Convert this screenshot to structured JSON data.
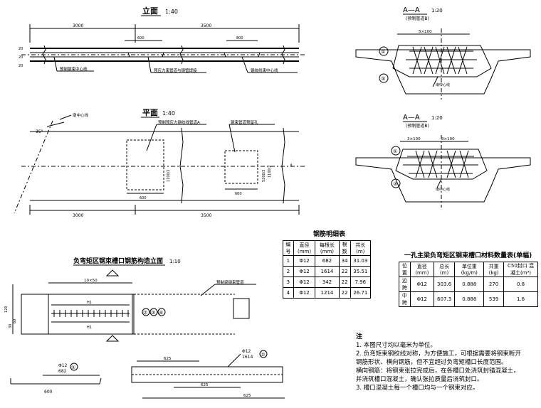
{
  "elevation": {
    "title": "立面",
    "scale": "1:40",
    "dims": [
      "3000",
      "3500",
      "600",
      "800"
    ],
    "side_dims": [
      "20",
      "20",
      "20"
    ],
    "labels": [
      "预制钢束中心线",
      "预应力束管道与钢管焊接",
      "钢绞线束中心线"
    ]
  },
  "plan": {
    "title": "平面",
    "scale": "1:40",
    "dims": [
      "3000",
      "3500",
      "600",
      "600"
    ],
    "side_dims": [
      "1100/2",
      "5200/2",
      "1100/2"
    ],
    "labels": [
      "墩中心线",
      "预制预应力钢绞线管道A",
      "钢束管道预留孔"
    ]
  },
  "section_a": {
    "title": "A—A",
    "scale": "1:20",
    "subtitle": "(预制管道B)",
    "dim": "5×100",
    "labels": [
      "①",
      "③",
      "墩中心线"
    ]
  },
  "section_b": {
    "title": "A—A",
    "scale": "1:20",
    "subtitle": "(预制管道B)",
    "dims": [
      "3×100",
      "3×100"
    ],
    "labels": [
      "①",
      "③",
      "墩中心线"
    ]
  },
  "rebar_detail": {
    "title": "负弯矩区钢束槽口钢筋构造立面",
    "scale": "1:10",
    "dims": [
      "10×50",
      "120",
      "30",
      "60"
    ],
    "markers": [
      "②",
      "③",
      "④"
    ],
    "labels": [
      "H1",
      "H1",
      "预制梁钢束管道"
    ]
  },
  "bar_shapes": {
    "left": {
      "label": "Φ12",
      "sub": "682",
      "marker": "①",
      "dim": "600"
    },
    "right": {
      "label": "Φ12",
      "sub": "1614",
      "marker": "②",
      "dims": [
        "625",
        "625",
        "625"
      ]
    }
  },
  "rebar_table": {
    "title": "钢筋明细表",
    "headers": [
      "编号",
      "直径 (mm)",
      "每根长 (mm)",
      "根数",
      "共长 (m)"
    ],
    "rows": [
      [
        "1",
        "Φ12",
        "682",
        "34",
        "31.03"
      ],
      [
        "2",
        "Φ12",
        "1614",
        "22",
        "35.51"
      ],
      [
        "3",
        "Φ12",
        "342",
        "22",
        "7.96"
      ],
      [
        "4",
        "Φ12",
        "1214",
        "22",
        "26.71"
      ]
    ]
  },
  "material_table": {
    "title": "一孔主梁负弯矩区钢束槽口材料数量表(单幅)",
    "headers": [
      "位置",
      "直径 (mm)",
      "总长 (m)",
      "单位重 (kg/m)",
      "共重 (kg)",
      "C50封口 混凝土(m³)"
    ],
    "rows": [
      [
        "边跨",
        "Φ12",
        "303.6",
        "0.888",
        "270",
        "0.8"
      ],
      [
        "中跨",
        "Φ12",
        "607.3",
        "0.888",
        "539",
        "1.6"
      ]
    ]
  },
  "notes": {
    "title": "注",
    "lines": [
      "1. 本图尺寸均以毫米为单位。",
      "2. 负弯矩束钢绞线对称，为方便施工，可根据需要将钢束断开",
      "   钢筋形状、横向钢筋，但不宜超过负弯矩槽口长度范围。",
      "   横向钢筋：将钢束张拉完成后，在各槽口处浇筑封锚混凝土，",
      "   并浇筑槽口混凝土，确认张拉质量后浇筑封口。",
      "3. 槽口混凝土每一个槽口均与一个钢束对应。"
    ]
  }
}
